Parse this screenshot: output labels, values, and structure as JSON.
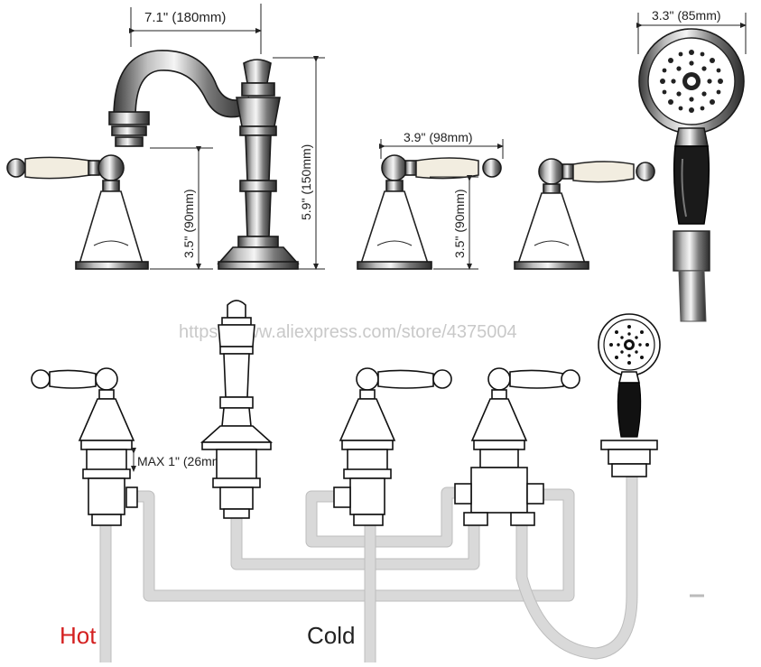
{
  "dimensions": {
    "spout_width": "7.1\" (180mm)",
    "spout_height": "5.9\" (150mm)",
    "handle_height_left": "3.5\" (90mm)",
    "handle_width": "3.9\" (98mm)",
    "handle_height_mid": "3.5\" (90mm)",
    "shower_width": "3.3\" (85mm)",
    "max_deck": "MAX 1\" (26mm)"
  },
  "watermark": "https://www.aliexpress.com/store/4375004",
  "labels": {
    "hot": "Hot",
    "cold": "Cold"
  },
  "colors": {
    "hot": "#d42020",
    "pipe": "#d9d9d9",
    "watermark": "#c9c9c9"
  }
}
